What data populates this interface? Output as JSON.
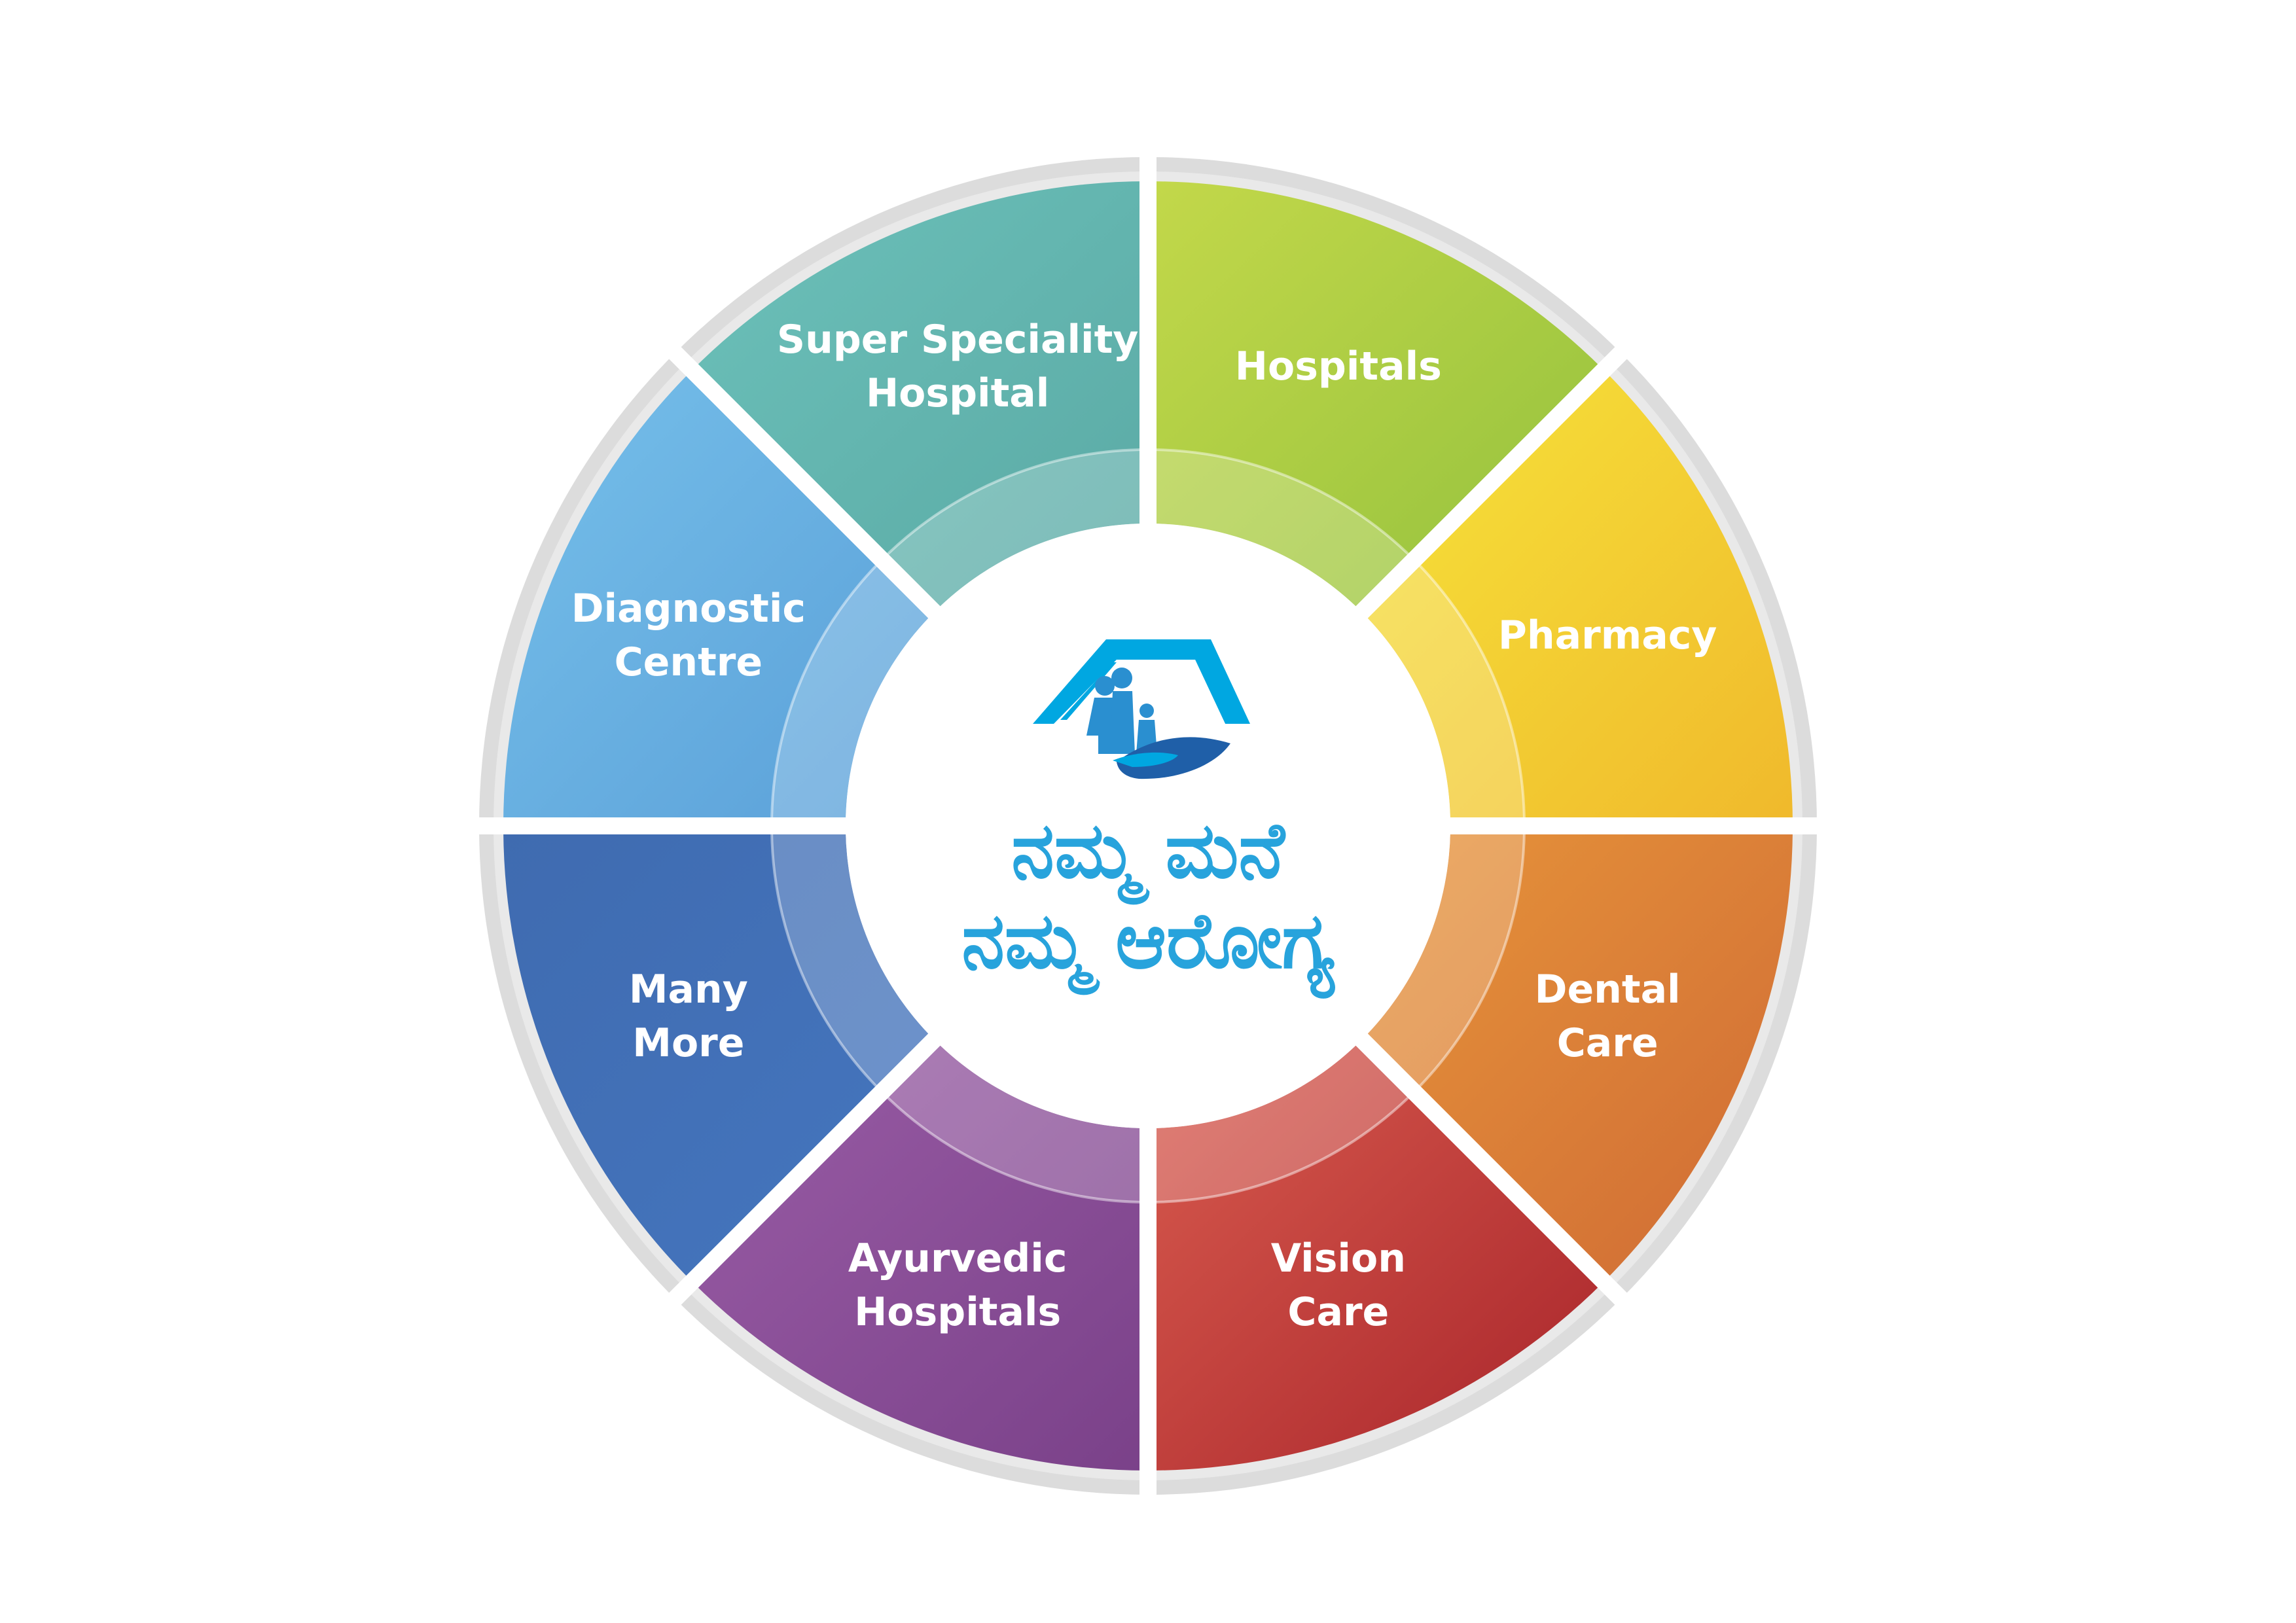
{
  "segments": [
    {
      "key": "hospitals",
      "lines": [
        "Hospitals"
      ],
      "color_a": "#c3d84a",
      "color_b": "#93c13d"
    },
    {
      "key": "pharmacy",
      "lines": [
        "Pharmacy"
      ],
      "color_a": "#f6e43a",
      "color_b": "#f0b92c"
    },
    {
      "key": "dental-care",
      "lines": [
        "Dental",
        "Care"
      ],
      "color_a": "#e7953a",
      "color_b": "#cf6a35"
    },
    {
      "key": "vision-care",
      "lines": [
        "Vision",
        "Care"
      ],
      "color_a": "#d95c4f",
      "color_b": "#a8242a"
    },
    {
      "key": "ayurvedic-hospitals",
      "lines": [
        "Ayurvedic",
        "Hospitals"
      ],
      "color_a": "#9a5da6",
      "color_b": "#7a4189"
    },
    {
      "key": "many-more",
      "lines": [
        "Many",
        "More"
      ],
      "color_a": "#3f6bb0",
      "color_b": "#4576bf"
    },
    {
      "key": "diagnostic-centre",
      "lines": [
        "Diagnostic",
        "Centre"
      ],
      "color_a": "#76c0ea",
      "color_b": "#5a9fd8"
    },
    {
      "key": "super-speciality-hospital",
      "lines": [
        "Super Speciality",
        "Hospital"
      ],
      "color_a": "#6cc1ba",
      "color_b": "#5aa9a4"
    }
  ],
  "center": {
    "tagline_lines": [
      "ನಮ್ಮ ಮನೆ",
      "ನಮ್ಮ ಆರೋಗ್ಯ"
    ],
    "tagline_color": "#27a3dc",
    "logo_roof_color": "#00a7e1",
    "logo_family_color": "#2a8fd0",
    "logo_hand_color": "#1f5fa8"
  },
  "rim_color": "#dcdcdc"
}
